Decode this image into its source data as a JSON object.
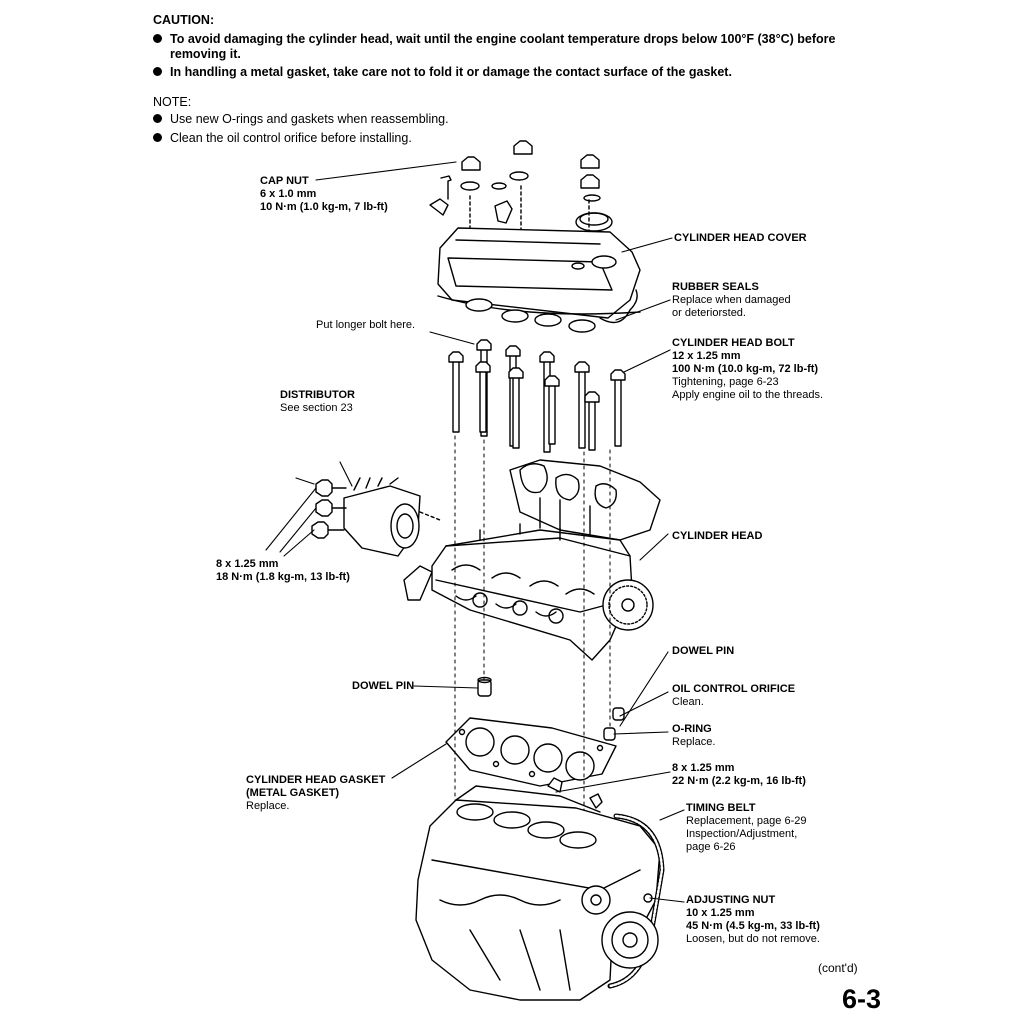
{
  "caution": {
    "heading": "CAUTION:",
    "items": [
      "To avoid damaging the cylinder head, wait until the engine coolant temperature drops below 100°F (38°C) before",
      "removing it.",
      "In handling a metal gasket, take care not to fold it or damage the contact surface of the gasket."
    ]
  },
  "note": {
    "heading": "NOTE:",
    "items": [
      "Use new O-rings and gaskets when reassembling.",
      "Clean the oil control orifice before installing."
    ]
  },
  "callouts": {
    "cap_nut": {
      "title": "CAP NUT",
      "lines": [
        "6 x 1.0 mm",
        "10 N·m (1.0 kg-m, 7 lb-ft)"
      ]
    },
    "cylinder_head_cover": {
      "title": "CYLINDER HEAD COVER"
    },
    "rubber_seals": {
      "title": "RUBBER SEALS",
      "lines": [
        "Replace when damaged",
        "or deteriorsted."
      ]
    },
    "longer_bolt": {
      "title": "Put longer bolt here."
    },
    "head_bolt": {
      "title": "CYLINDER HEAD BOLT",
      "lines": [
        "12 x 1.25 mm",
        "100 N·m (10.0 kg-m, 72 lb-ft)",
        "Tightening, page 6-23",
        "Apply engine oil to the threads."
      ]
    },
    "distributor": {
      "title": "DISTRIBUTOR",
      "lines": [
        "See section 23"
      ]
    },
    "cylinder_head": {
      "title": "CYLINDER HEAD"
    },
    "dist_bolts": {
      "title": "8 x 1.25 mm",
      "lines": [
        "18 N·m (1.8 kg-m, 13 lb-ft)"
      ]
    },
    "dowel_pin_left": {
      "title": "DOWEL PIN"
    },
    "dowel_pin_right": {
      "title": "DOWEL PIN"
    },
    "oil_orifice": {
      "title": "OIL CONTROL ORIFICE",
      "lines": [
        "Clean."
      ]
    },
    "o_ring": {
      "title": "O-RING",
      "lines": [
        "Replace."
      ]
    },
    "bolt_8": {
      "title": "8 x 1.25 mm",
      "lines": [
        "22 N·m (2.2 kg-m, 16 lb-ft)"
      ]
    },
    "gasket": {
      "title": "CYLINDER HEAD GASKET",
      "lines": [
        "(METAL GASKET)",
        "Replace."
      ]
    },
    "timing_belt": {
      "title": "TIMING BELT",
      "lines": [
        "Replacement, page 6-29",
        "Inspection/Adjustment,",
        "page 6-26"
      ]
    },
    "adjusting_nut": {
      "title": "ADJUSTING NUT",
      "lines": [
        "10 x 1.25 mm",
        "45 N·m (4.5 kg-m, 33 lb-ft)",
        "Loosen, but do not remove."
      ]
    }
  },
  "footer": {
    "contd": "(cont'd)",
    "page_number": "6-3"
  }
}
